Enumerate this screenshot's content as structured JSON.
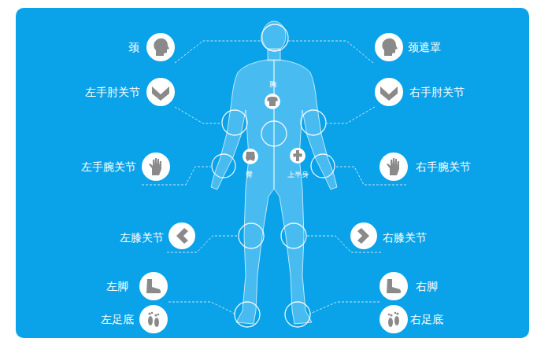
{
  "diagram": {
    "labels": [
      "颈",
      "颈遮罩",
      "左手肘关节",
      "右手肘关节",
      "胸",
      "左手腕关节",
      "臀",
      "上半身",
      "右手腕关节",
      "左膝关节",
      "右膝关节",
      "左脚",
      "右脚",
      "左足底",
      "右足底"
    ]
  }
}
